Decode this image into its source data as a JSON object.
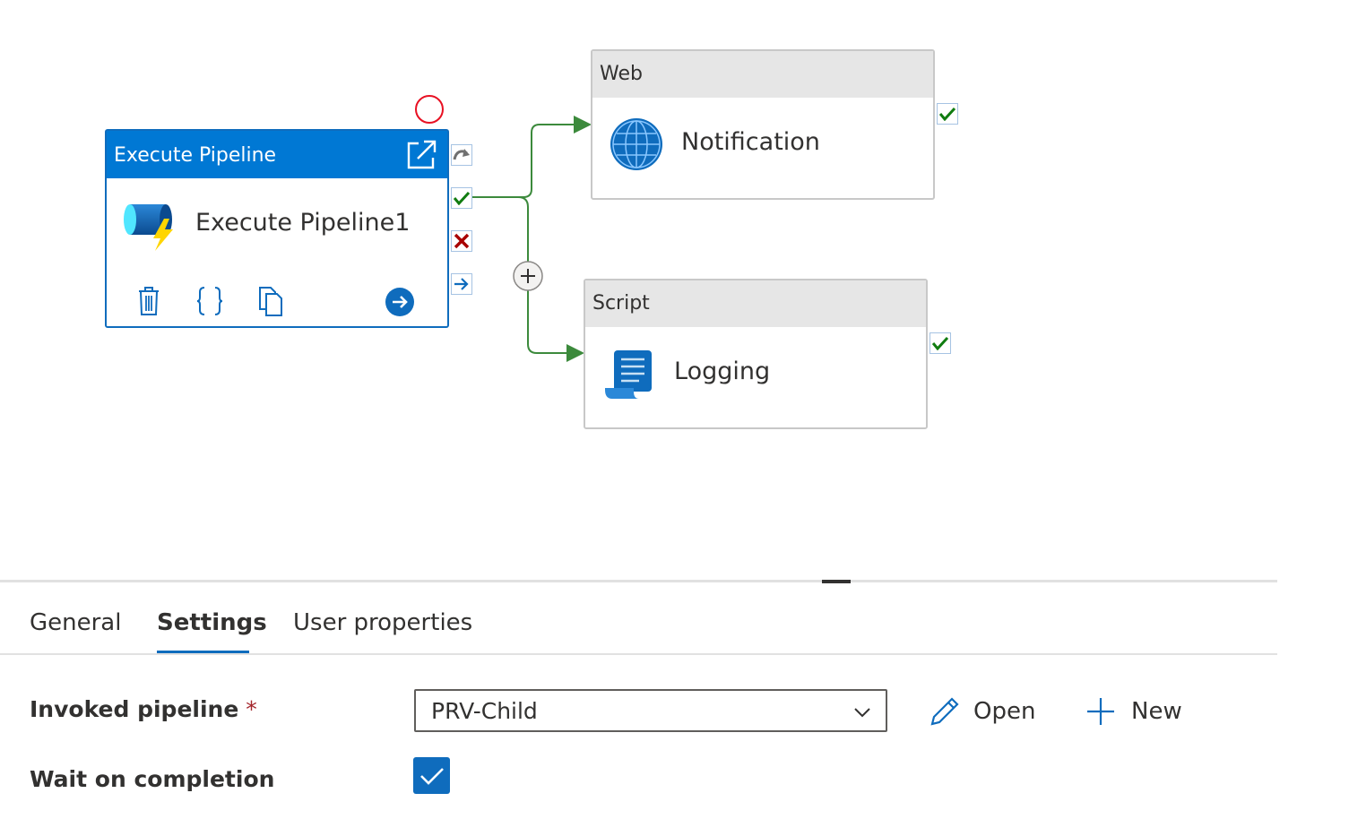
{
  "canvas": {
    "execute_pipeline": {
      "type_label": "Execute Pipeline",
      "name": "Execute Pipeline1"
    },
    "web_activity": {
      "type_label": "Web",
      "name": "Notification"
    },
    "script_activity": {
      "type_label": "Script",
      "name": "Logging"
    }
  },
  "panel": {
    "tabs": [
      {
        "label": "General",
        "active": false
      },
      {
        "label": "Settings",
        "active": true
      },
      {
        "label": "User properties",
        "active": false
      }
    ],
    "invoked_pipeline": {
      "label": "Invoked pipeline",
      "required_mark": "*",
      "value": "PRV-Child"
    },
    "open_label": "Open",
    "new_label": "New",
    "wait_on_completion": {
      "label": "Wait on completion",
      "checked": true
    }
  },
  "colors": {
    "accent": "#0078d4",
    "success": "#107c10",
    "failure": "#a80000",
    "connector": "#3c8a3c",
    "selection_ring": "#e81123"
  }
}
